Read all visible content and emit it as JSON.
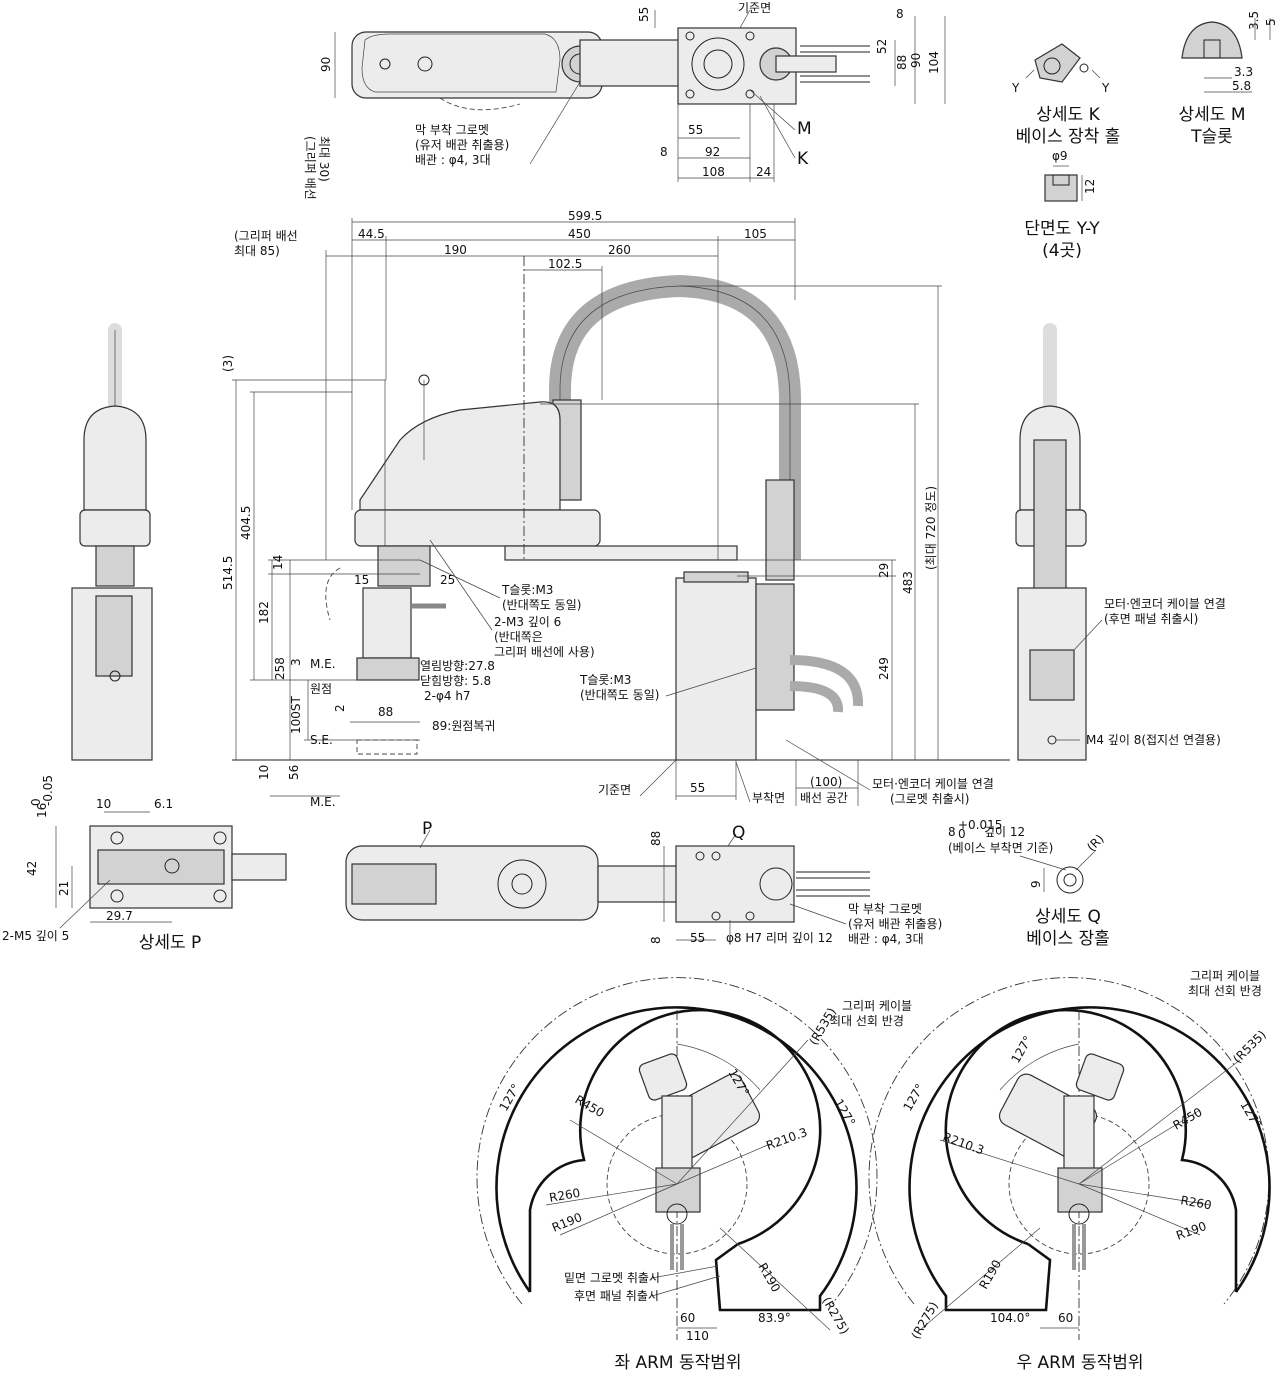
{
  "top_view": {
    "ref_surface": "기준면",
    "dims": [
      "55",
      "8",
      "52",
      "88",
      "90",
      "104",
      "90",
      "55",
      "8",
      "92",
      "108",
      "24"
    ],
    "labels": [
      "M",
      "K"
    ],
    "grommet_note": [
      "막 부착 그로멧",
      "(유저 배관 취출용)",
      "배관 : φ4, 3대"
    ],
    "gripper_wire": [
      "(그리퍼 배선",
      "최대 30)"
    ]
  },
  "detail_k": {
    "axis_left": "Y",
    "axis_right": "Y",
    "caption": [
      "상세도 K",
      "베이스 장착 홀"
    ]
  },
  "detail_m": {
    "dims": [
      "3.5",
      "5",
      "3.3",
      "5.8"
    ],
    "caption": [
      "상세도 M",
      "T슬롯"
    ]
  },
  "section_yy": {
    "dims": [
      "φ9",
      "12"
    ],
    "caption": [
      "단면도 Y-Y",
      "(4곳)"
    ]
  },
  "front_view": {
    "top_dims": [
      "599.5",
      "44.5",
      "450",
      "105",
      "190",
      "260",
      "102.5"
    ],
    "gripper_wire": [
      "(그리퍼 배선",
      "최대 85)"
    ],
    "left_dims": [
      "(3)",
      "514.5",
      "404.5",
      "14",
      "182",
      "258",
      "3",
      "100ST",
      "10",
      "56"
    ],
    "labels_left": [
      "M.E.",
      "원점",
      "S.E.",
      "M.E."
    ],
    "inner_dims": [
      "15",
      "25",
      "2",
      "88"
    ],
    "tslot1": [
      "T슬롯:M3",
      "(반대쪽도 동일)"
    ],
    "tap": [
      "2-M3 깊이 6",
      "(반대쪽은",
      "그리퍼 배선에 사용)"
    ],
    "open_close": [
      "열림방향:27.8",
      "닫힘방향: 5.8",
      "2-φ4 h7"
    ],
    "return": "89:원점복귀",
    "tslot2": [
      "T슬롯:M3",
      "(반대쪽도 동일)"
    ],
    "right_dims": [
      "29",
      "483",
      "249",
      "(최대 720 정도)"
    ],
    "bottom": [
      "기준면",
      "55",
      "부착면",
      "(100)",
      "배선 공간"
    ],
    "motor_bottom": [
      "모터·엔코더 케이블 연결",
      "(그로멧 취출시)"
    ]
  },
  "side_view_right": {
    "motor_note": [
      "모터·엔코더 케이블 연결",
      "(후면 패널 취출시)"
    ],
    "ground": "M4 깊이 8(접지선 연결용)"
  },
  "detail_p": {
    "dims": [
      "16",
      "0",
      "-0.05",
      "10",
      "6.1",
      "42",
      "21",
      "29.7"
    ],
    "tap": "2-M5 깊이 5",
    "caption": "상세도 P"
  },
  "bottom_view": {
    "labels": [
      "P",
      "Q"
    ],
    "dims": [
      "88",
      "8",
      "55"
    ],
    "reamer": "φ8 H7 리머 깊이 12",
    "grommet_note": [
      "막 부착 그로멧",
      "(유저 배관 취출용)",
      "배관 : φ4, 3대"
    ]
  },
  "detail_q": {
    "hole": "8",
    "tol_top": "+0.015",
    "tol_bot": "0",
    "hole_depth": "깊이 12",
    "base_ref": "(베이스 부착면 기준)",
    "r": "(R)",
    "dim": "9",
    "caption": [
      "상세도 Q",
      "베이스 장홀"
    ]
  },
  "left_arm": {
    "cable_note": [
      "그리퍼 케이블",
      "최대 선회 반경"
    ],
    "dims": [
      "(R535)",
      "127°",
      "127°",
      "127°",
      "R450",
      "R210.3",
      "R260",
      "R190",
      "R190",
      "(R275)",
      "83.9°",
      "60",
      "110"
    ],
    "grommet": [
      "밑면 그로멧 취출시",
      "후면 패널 취출시"
    ],
    "caption": "좌 ARM 동작범위"
  },
  "right_arm": {
    "cable_note": [
      "그리퍼 케이블",
      "최대 선회 반경"
    ],
    "dims": [
      "(R535)",
      "127°",
      "127°",
      "127°",
      "R450",
      "R210.3",
      "R260",
      "R190",
      "R190",
      "(R275)",
      "104.0°",
      "60"
    ],
    "caption": "우 ARM 동작범위"
  }
}
